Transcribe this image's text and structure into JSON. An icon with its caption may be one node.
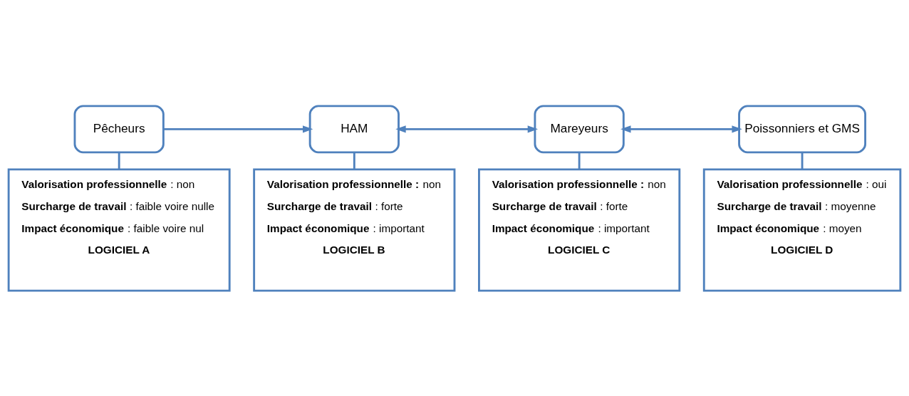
{
  "diagram": {
    "nodes": [
      {
        "text": [
          "Pêcheurs"
        ]
      },
      {
        "text": [
          "HAM"
        ]
      },
      {
        "text": [
          "Mareyeurs"
        ]
      },
      {
        "text": [
          "Poissonniers et GMS"
        ]
      },
      {
        "text": [
          "**Valorisation professionnelle** : non",
          "**Surcharge de travail** : faible voire nulle",
          "**Impact économique** : faible voire nul",
          "LOGICIEL A"
        ]
      },
      {
        "text": [
          "**Valorisation professionnelle :** non",
          "**Surcharge de travail** : forte",
          "**Impact économique** : important",
          "LOGICIEL B"
        ]
      },
      {
        "text": [
          "**Valorisation professionnelle :** non",
          "**Surcharge de travail** : forte",
          "**Impact économique** : important",
          "LOGICIEL C"
        ]
      },
      {
        "text": [
          "**Valorisation professionnelle** : oui",
          "**Surcharge de travail** : moyenne",
          "**Impact économique** : moyen",
          "LOGICIEL D"
        ]
      }
    ],
    "edges": [
      {
        "from": 0,
        "to": 1,
        "arrow": "to"
      },
      {
        "from": 1,
        "to": 2,
        "arrow": "both"
      },
      {
        "from": 2,
        "to": 3,
        "arrow": "both"
      },
      {
        "from": 0,
        "to": 4,
        "arrow": "none"
      },
      {
        "from": 1,
        "to": 5,
        "arrow": "none"
      },
      {
        "from": 2,
        "to": 6,
        "arrow": "none"
      },
      {
        "from": 3,
        "to": 7,
        "arrow": "none"
      }
    ]
  }
}
